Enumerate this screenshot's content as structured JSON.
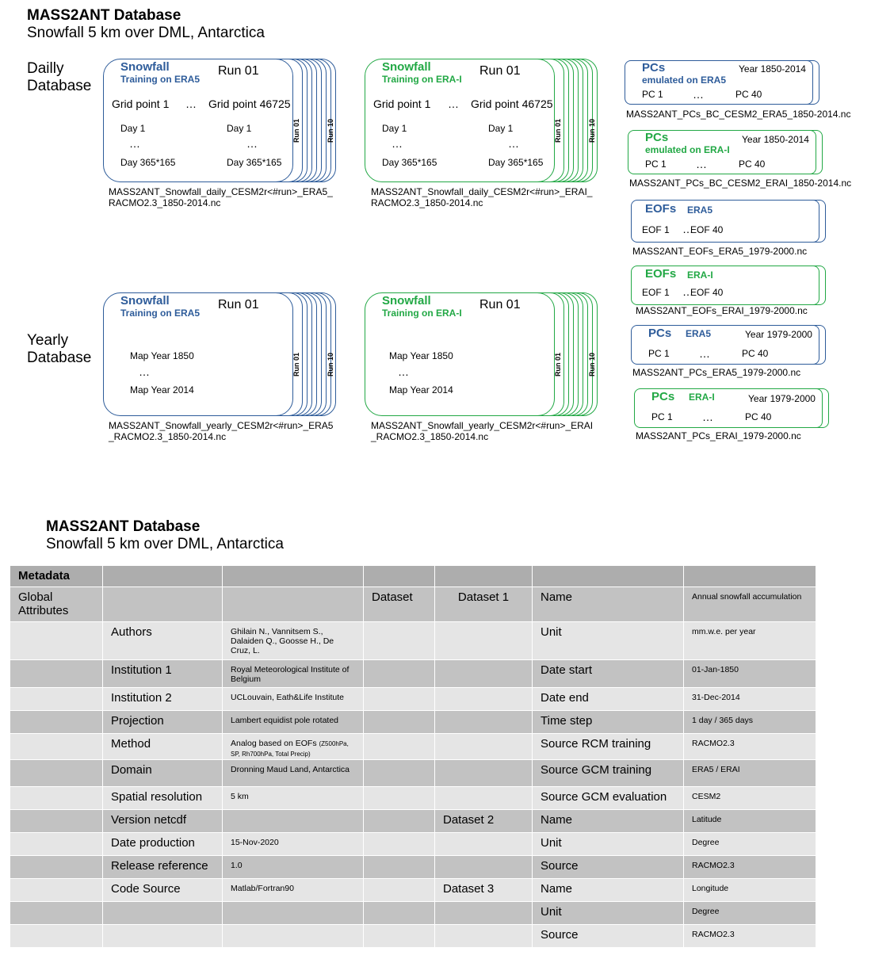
{
  "header": {
    "title": "MASS2ANT Database",
    "subtitle": "Snowfall 5 km over DML, Antarctica"
  },
  "daily_label": [
    "Dailly",
    "Database"
  ],
  "yearly_label": [
    "Yearly",
    "Database"
  ],
  "colors": {
    "era5": "#2e5c9a",
    "erai": "#22a845",
    "table_dark": "#c2c2c2",
    "table_light": "#e5e5e5",
    "table_head": "#adadad"
  },
  "daily": {
    "era5": {
      "title": "Snowfall",
      "subtitle": "Training on ERA5",
      "run": "Run 01",
      "grid_first": "Grid point 1",
      "dots": "…",
      "grid_last": "Grid point 46725",
      "day_first": "Day 1",
      "day_last": "Day 365*165",
      "run_first": "Run 01",
      "run_last": "Run 10",
      "file": [
        "MASS2ANT_Snowfall_daily_CESM2r<#run>_ERA5_",
        "RACMO2.3_1850-2014.nc"
      ]
    },
    "erai": {
      "title": "Snowfall",
      "subtitle": "Training on ERA-I",
      "run": "Run 01",
      "grid_first": "Grid point 1",
      "dots": "…",
      "grid_last": "Grid point 46725",
      "day_first": "Day 1",
      "day_last": "Day 365*165",
      "run_first": "Run 01",
      "run_last": "Run 10",
      "file": [
        "MASS2ANT_Snowfall_daily_CESM2r<#run>_ERAI_",
        "RACMO2.3_1850-2014.nc"
      ]
    }
  },
  "yearly": {
    "era5": {
      "title": "Snowfall",
      "subtitle": "Training on ERA5",
      "run": "Run 01",
      "map_first": "Map Year 1850",
      "dots": "…",
      "map_last": "Map Year 2014",
      "run_first": "Run 01",
      "run_last": "Run 10",
      "file": [
        "MASS2ANT_Snowfall_yearly_CESM2r<#run>_ERA5",
        "_RACMO2.3_1850-2014.nc"
      ]
    },
    "erai": {
      "title": "Snowfall",
      "subtitle": "Training on ERA-I",
      "run": "Run 01",
      "map_first": "Map Year 1850",
      "dots": "…",
      "map_last": "Map Year 2014",
      "run_first": "Run 01",
      "run_last": "Run 10",
      "file": [
        "MASS2ANT_Snowfall_yearly_CESM2r<#run>_ERAI",
        "_RACMO2.3_1850-2014.nc"
      ]
    }
  },
  "side": {
    "pcs_bc_era5": {
      "title": "PCs",
      "sub": "emulated on ERA5",
      "year": "Year 1850-2014",
      "first": "PC 1",
      "dots": "…",
      "last": "PC 40",
      "file": "MASS2ANT_PCs_BC_CESM2_ERA5_1850-2014.nc"
    },
    "pcs_bc_erai": {
      "title": "PCs",
      "sub": "emulated on ERA-I",
      "year": "Year 1850-2014",
      "first": "PC 1",
      "dots": "…",
      "last": "PC 40",
      "file": "MASS2ANT_PCs_BC_CESM2_ERAI_1850-2014.nc"
    },
    "eofs_era5": {
      "title": "EOFs",
      "tag": "ERA5",
      "first": "EOF 1",
      "dots": "…",
      "last": "EOF 40",
      "file": "MASS2ANT_EOFs_ERA5_1979-2000.nc"
    },
    "eofs_erai": {
      "title": "EOFs",
      "tag": "ERA-I",
      "first": "EOF 1",
      "dots": "…",
      "last": "EOF 40",
      "file": "MASS2ANT_EOFs_ERAI_1979-2000.nc"
    },
    "pcs_era5": {
      "title": "PCs",
      "tag": "ERA5",
      "year": "Year 1979-2000",
      "first": "PC 1",
      "dots": "…",
      "last": "PC 40",
      "file": "MASS2ANT_PCs_ERA5_1979-2000.nc"
    },
    "pcs_erai": {
      "title": "PCs",
      "tag": "ERA-I",
      "year": "Year 1979-2000",
      "first": "PC 1",
      "dots": "…",
      "last": "PC 40",
      "file": "MASS2ANT_PCs_ERAI_1979-2000.nc"
    }
  },
  "meta_header": {
    "title": "MASS2ANT Database",
    "subtitle": "Snowfall 5 km over DML, Antarctica"
  },
  "table": {
    "head": "Metadata",
    "rows": [
      [
        "Global Attributes",
        "",
        "",
        "Dataset",
        "Dataset 1",
        "Name",
        "Annual snowfall accumulation"
      ],
      [
        "",
        "Authors",
        "Ghilain N., Vannitsem S., Dalaiden Q., Goosse H., De Cruz, L.",
        "",
        "",
        "Unit",
        "mm.w.e. per year"
      ],
      [
        "",
        "Institution 1",
        "Royal Meteorological Institute of Belgium",
        "",
        "",
        "Date start",
        "01-Jan-1850"
      ],
      [
        "",
        "Institution 2",
        "UCLouvain, Eath&Life Institute",
        "",
        "",
        "Date end",
        "31-Dec-2014"
      ],
      [
        "",
        "Projection",
        "Lambert equidist pole rotated",
        "",
        "",
        "Time step",
        "1 day / 365 days"
      ],
      [
        "",
        "Method",
        "Analog based on EOFs",
        "",
        "",
        "Source RCM training",
        "RACMO2.3"
      ],
      [
        "",
        "Domain",
        "Dronning Maud Land, Antarctica",
        "",
        "",
        "Source GCM training",
        "ERA5 / ERAI"
      ],
      [
        "",
        "Spatial resolution",
        "5 km",
        "",
        "",
        "Source GCM evaluation",
        "CESM2"
      ],
      [
        "",
        "Version netcdf",
        "",
        "",
        "Dataset 2",
        "Name",
        "Latitude"
      ],
      [
        "",
        "Date production",
        "15-Nov-2020",
        "",
        "",
        "Unit",
        "Degree"
      ],
      [
        "",
        "Release reference",
        "1.0",
        "",
        "",
        "Source",
        "RACMO2.3"
      ],
      [
        "",
        "Code Source",
        "Matlab/Fortran90",
        "",
        "Dataset 3",
        "Name",
        "Longitude"
      ],
      [
        "",
        "",
        "",
        "",
        "",
        "Unit",
        "Degree"
      ],
      [
        "",
        "",
        "",
        "",
        "",
        "Source",
        "RACMO2.3"
      ]
    ],
    "method_note": "(Z500hPa, SP, Rh700hPa, Total Precip)"
  }
}
